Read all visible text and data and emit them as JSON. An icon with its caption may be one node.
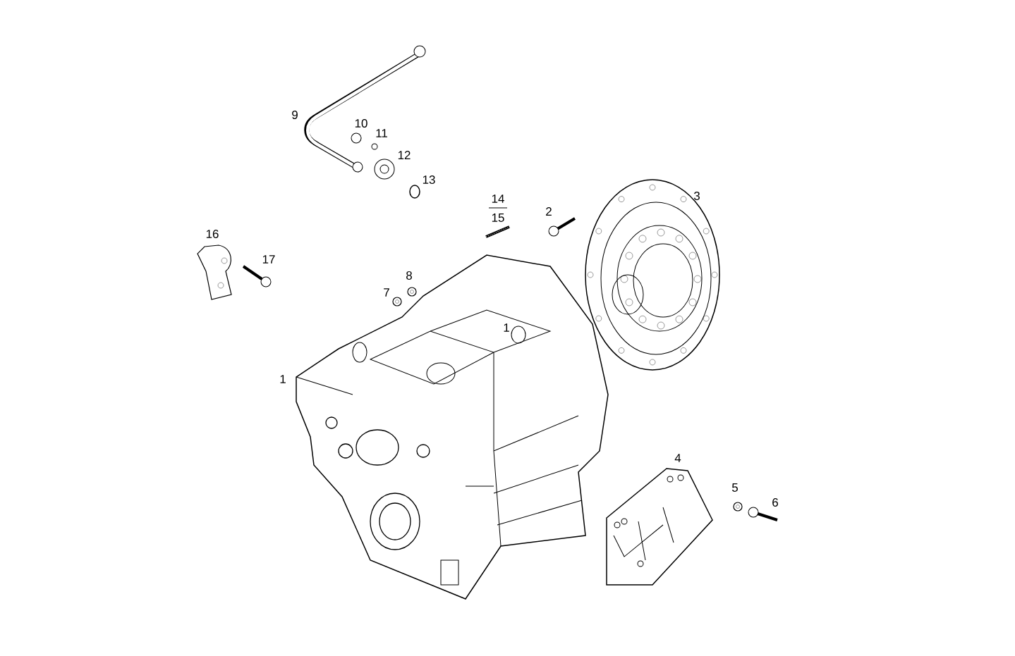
{
  "diagram": {
    "labels": [
      "9",
      "10",
      "11",
      "12",
      "13",
      "3",
      "14",
      "2",
      "15",
      "16",
      "17",
      "8",
      "7",
      "1",
      "1",
      "4",
      "5",
      "6"
    ]
  }
}
